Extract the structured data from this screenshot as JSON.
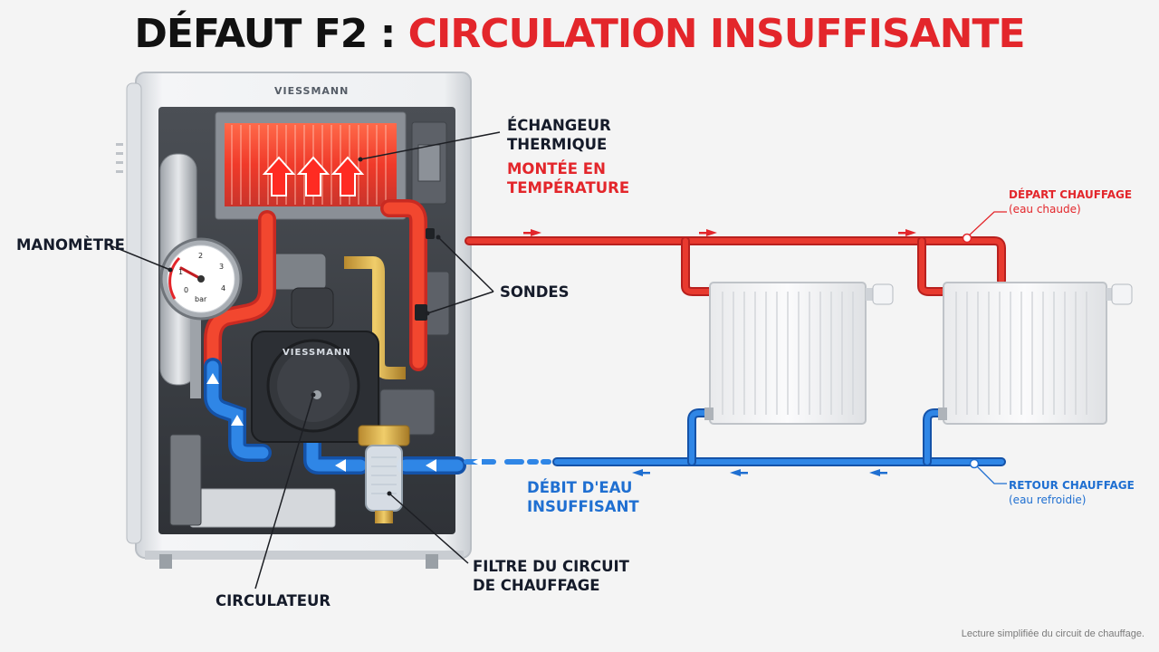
{
  "title": {
    "part1": "DÉFAUT F2 : ",
    "part2": "CIRCULATION INSUFFISANTE"
  },
  "boiler": {
    "brand": "VIESSMANN",
    "pump_brand": "VIESSMANN"
  },
  "gauge": {
    "ticks": [
      "0",
      "1",
      "2",
      "3",
      "4"
    ],
    "unit": "bar"
  },
  "labels": {
    "manometre": "MANOMÈTRE",
    "echangeur_line1": "ÉCHANGEUR",
    "echangeur_line2": "THERMIQUE",
    "montee_line1": "MONTÉE EN",
    "montee_line2": "TEMPÉRATURE",
    "sondes": "SONDES",
    "circulateur": "CIRCULATEUR",
    "filtre_line1": "FILTRE DU CIRCUIT",
    "filtre_line2": "DE CHAUFFAGE",
    "debit_line1": "DÉBIT D'EAU",
    "debit_line2": "INSUFFISANT",
    "depart_line1": "DÉPART CHAUFFAGE",
    "depart_line2": "(eau chaude)",
    "retour_line1": "RETOUR CHAUFFAGE",
    "retour_line2": "(eau refroidie)"
  },
  "footnote": "Lecture simplifiée du circuit de chauffage.",
  "colors": {
    "hot": "#e3262b",
    "cold": "#1f6fd1",
    "text_dark": "#151b2a",
    "casing": "#e9ebee"
  }
}
